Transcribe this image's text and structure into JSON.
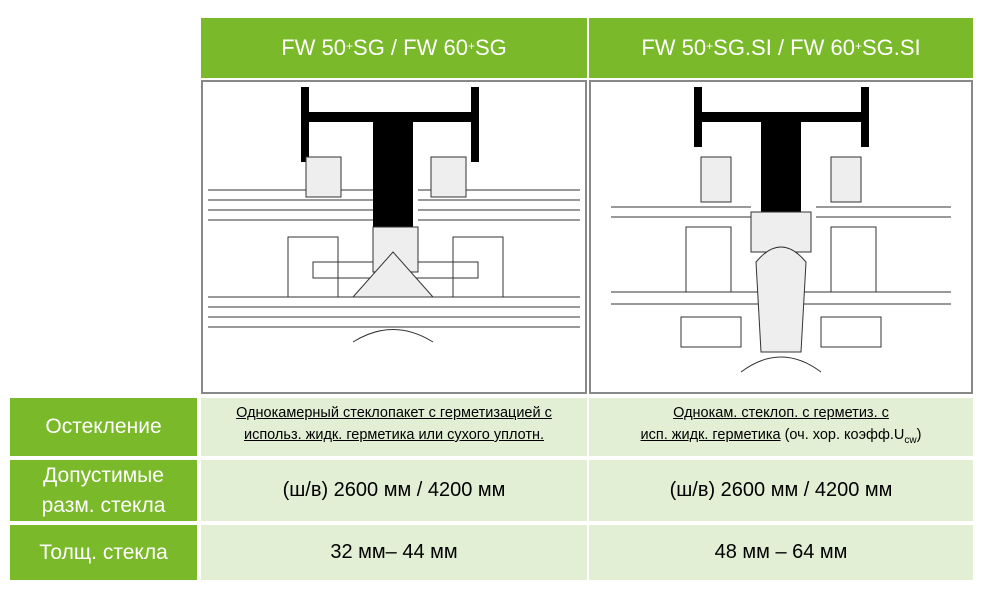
{
  "columns": [
    {
      "title_parts": [
        "FW 50",
        "+",
        " SG / FW 60",
        "+",
        " SG"
      ]
    },
    {
      "title_parts": [
        "FW 50",
        "+",
        " SG.SI / FW 60",
        "+",
        " SG.SI"
      ]
    }
  ],
  "rows": [
    {
      "label": "Остекление",
      "cells": [
        {
          "line1": "Однокамерный стеклопакет с герметизацией с",
          "line2": "использ. жидк. герметика или сухого уплотн."
        },
        {
          "line1": "Однокам. стеклоп. с герметиз. с",
          "line2_underlined": "исп. жидк. герметика",
          "line2_rest": " (оч. хор. коэфф.U",
          "line2_sub": "cw",
          "line2_end": ")"
        }
      ]
    },
    {
      "label": "Допустимые разм. стекла",
      "cells": [
        {
          "text": "(ш/в) 2600 мм / 4200 мм"
        },
        {
          "text": "(ш/в) 2600 мм / 4200 мм"
        }
      ]
    },
    {
      "label": "Толщ. стекла",
      "cells": [
        {
          "text": "32 мм– 44 мм"
        },
        {
          "text": "48 мм – 64 мм"
        }
      ]
    }
  ]
}
